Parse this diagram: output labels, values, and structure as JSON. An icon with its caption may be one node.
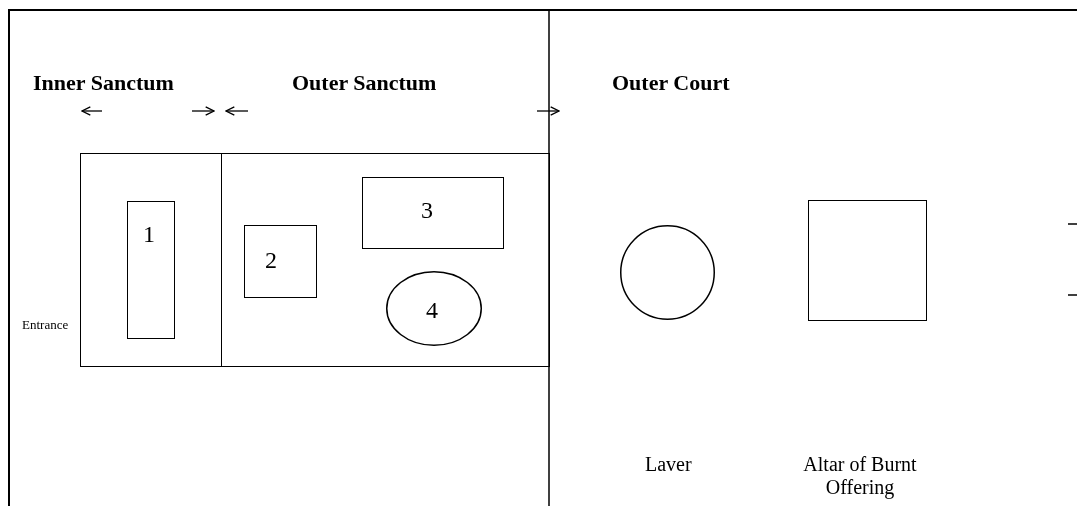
{
  "diagram": {
    "nodes": [
      {
        "text": [],
        "shape": "box"
      },
      {
        "text": [
          "1"
        ],
        "in": 0
      },
      {
        "text": [],
        "shape": "box"
      },
      {
        "text": [
          "2"
        ],
        "in": 2
      },
      {
        "text": [
          "3"
        ],
        "in": 2
      },
      {
        "text": [
          "4"
        ],
        "in": 2
      },
      {
        "text": [],
        "shape": "circle"
      },
      {
        "text": [],
        "shape": "box"
      }
    ],
    "edges": [],
    "labels": [
      "Inner Sanctum",
      "Outer Sanctum",
      "Outer Court",
      "Entrance",
      "Laver",
      "Altar of Burnt Offering"
    ]
  }
}
